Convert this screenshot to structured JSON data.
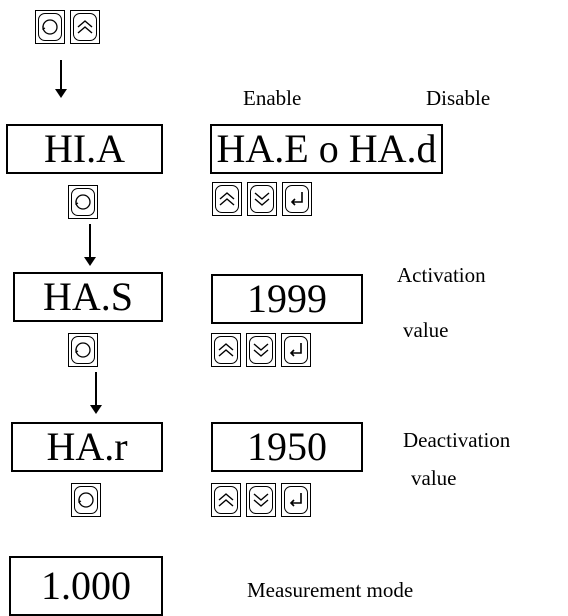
{
  "displays": {
    "hia": "HI.A",
    "enable_disable": "HA.E o HA.d",
    "has": "HA.S",
    "activation_value": "1999",
    "har": "HA.r",
    "deactivation_value": "1950",
    "measurement": "1.000"
  },
  "labels": {
    "enable": "Enable",
    "disable": "Disable",
    "activation_line1": "Activation",
    "activation_line2": "value",
    "deactivation_line1": "Deactivation",
    "deactivation_line2": "value",
    "measurement_mode": "Measurement mode"
  },
  "icons": [
    "cycle-key-icon",
    "up-key-icon",
    "down-key-icon",
    "enter-key-icon"
  ]
}
